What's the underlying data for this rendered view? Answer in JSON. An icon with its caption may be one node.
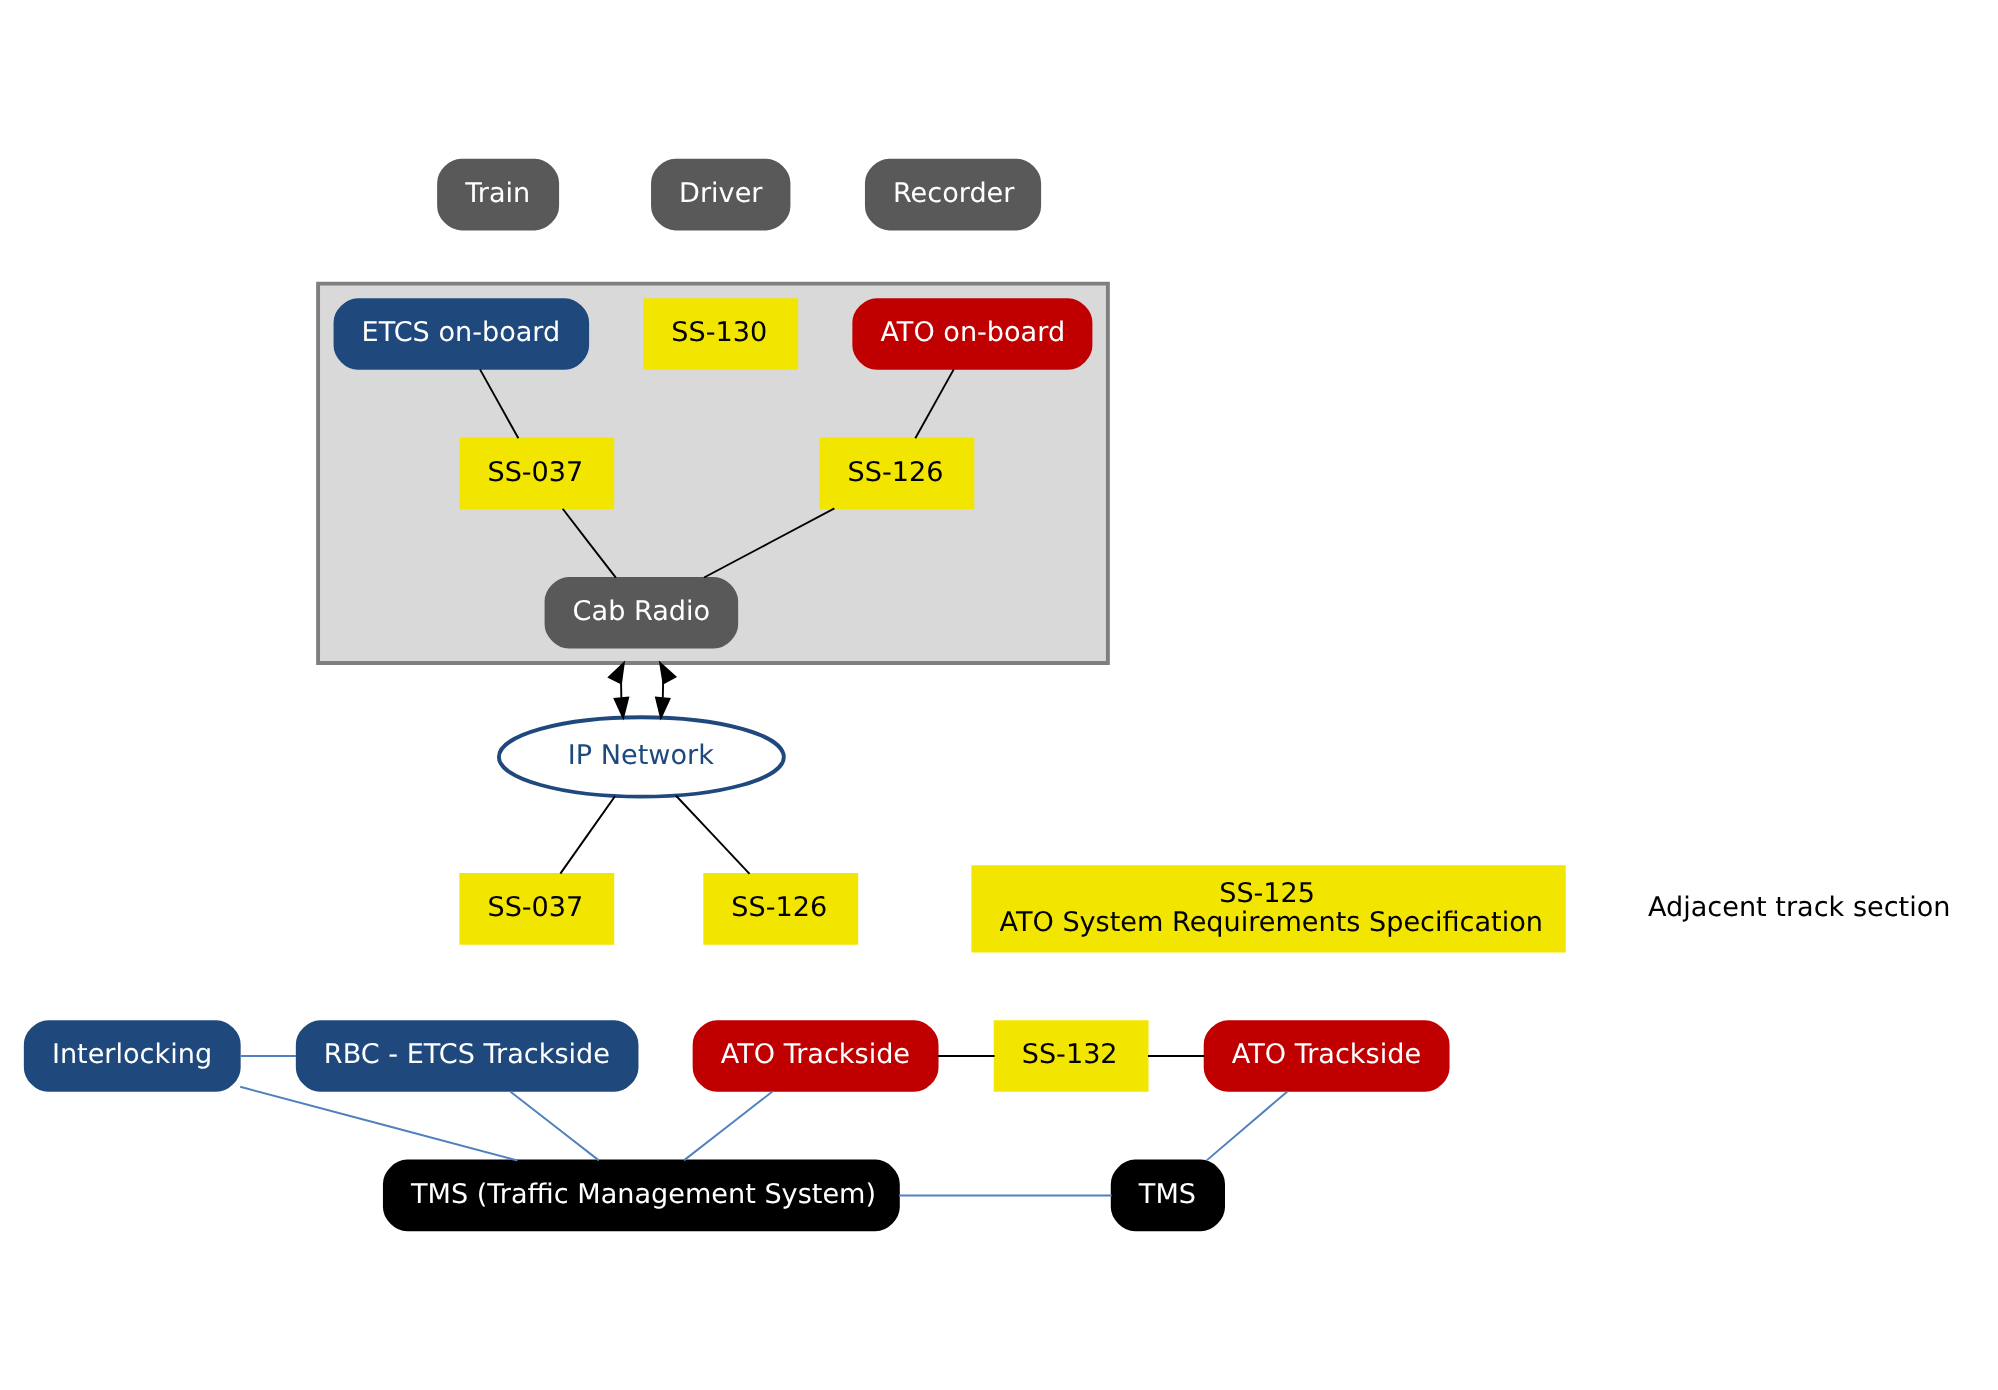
{
  "diagram": {
    "nodes": [
      {
        "text": [
          "Train"
        ]
      },
      {
        "text": [
          "Driver"
        ]
      },
      {
        "text": [
          "Recorder"
        ]
      },
      {
        "text": [],
        "shape": "box"
      },
      {
        "text": [
          "ETCS on-board"
        ],
        "in": 3
      },
      {
        "text": [
          "SS-130"
        ],
        "in": 3
      },
      {
        "text": [
          "ATO on-board"
        ],
        "in": 3
      },
      {
        "text": [
          "SS-037"
        ],
        "in": 3
      },
      {
        "text": [
          "SS-126"
        ],
        "in": 3
      },
      {
        "text": [
          "Cab Radio"
        ],
        "in": 3
      },
      {
        "text": [
          "SS-125",
          "ATO System Requirements Specification"
        ]
      },
      {
        "text": [
          "IP Network"
        ]
      },
      {
        "text": [
          "SS-037"
        ]
      },
      {
        "text": [
          "SS-126"
        ]
      },
      {
        "text": [
          "Interlocking"
        ]
      },
      {
        "text": [
          "RBC - ETCS Trackside"
        ]
      },
      {
        "text": [
          "ATO Trackside"
        ]
      },
      {
        "text": [
          "SS-132"
        ]
      },
      {
        "text": [
          "ATO Trackside"
        ]
      },
      {
        "text": [
          "TMS (Traffic Management System)"
        ]
      },
      {
        "text": [
          "TMS"
        ]
      }
    ],
    "edges": [
      {
        "from": 4,
        "to": 7,
        "arrow": "none"
      },
      {
        "from": 7,
        "to": 9,
        "arrow": "none"
      },
      {
        "from": 6,
        "to": 8,
        "arrow": "none"
      },
      {
        "from": 8,
        "to": 9,
        "arrow": "none"
      },
      {
        "from": 3,
        "to": 11,
        "arrow": "both"
      },
      {
        "from": 3,
        "to": 11,
        "arrow": "both"
      },
      {
        "from": 11,
        "to": 12,
        "arrow": "none"
      },
      {
        "from": 11,
        "to": 13,
        "arrow": "none"
      },
      {
        "from": 14,
        "to": 15,
        "arrow": "none",
        "color": "#4f81bd"
      },
      {
        "from": 16,
        "to": 17,
        "arrow": "none"
      },
      {
        "from": 17,
        "to": 18,
        "arrow": "none"
      },
      {
        "from": 14,
        "to": 19,
        "arrow": "none",
        "color": "#4f81bd"
      },
      {
        "from": 15,
        "to": 19,
        "arrow": "none",
        "color": "#4f81bd"
      },
      {
        "from": 16,
        "to": 19,
        "arrow": "none",
        "color": "#4f81bd"
      },
      {
        "from": 18,
        "to": 20,
        "arrow": "none",
        "color": "#4f81bd"
      },
      {
        "from": 19,
        "to": 20,
        "arrow": "none",
        "color": "#4f81bd"
      }
    ],
    "labels": [
      "Adjacent track section"
    ]
  }
}
